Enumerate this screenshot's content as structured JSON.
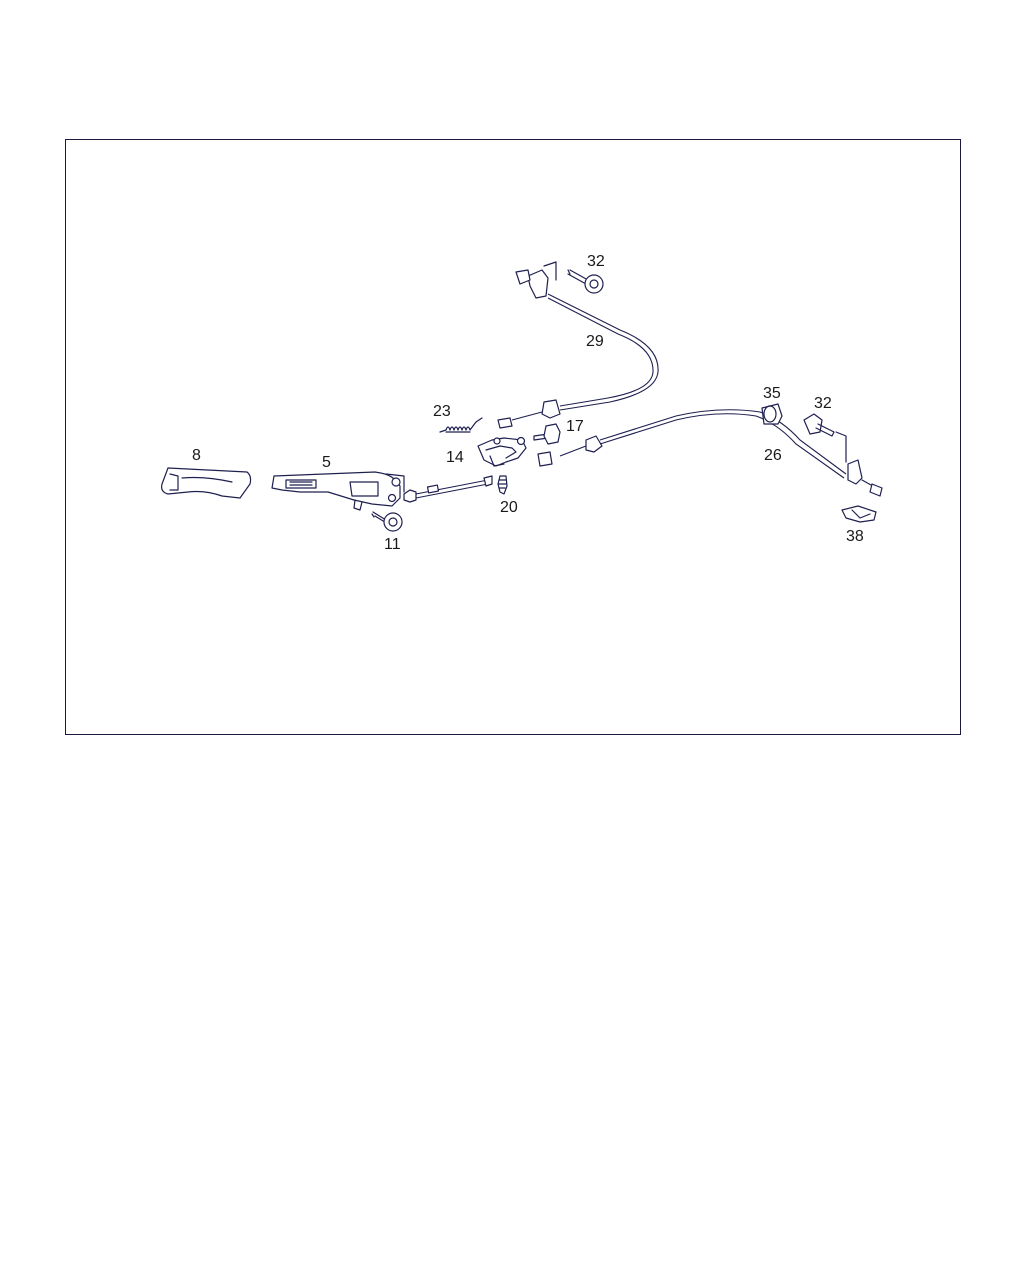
{
  "colors": {
    "line": "#1f2050",
    "frame": "#1a1a40",
    "background": "#ffffff"
  },
  "callouts": {
    "c32a": "32",
    "c29": "29",
    "c23": "23",
    "c35": "35",
    "c32b": "32",
    "c17": "17",
    "c14": "14",
    "c26": "26",
    "c8": "8",
    "c5": "5",
    "c20": "20",
    "c11": "11",
    "c38": "38"
  }
}
